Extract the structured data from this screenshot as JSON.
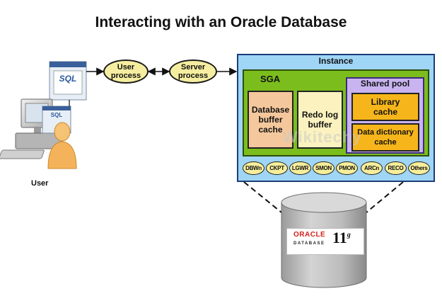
{
  "title": "Interacting with an Oracle Database",
  "user": {
    "label": "User",
    "screen_text_large": "SQL",
    "screen_text_small": "SQL"
  },
  "processes": {
    "user_process": "User\nprocess",
    "server_process": "Server\nprocess"
  },
  "instance": {
    "label": "Instance",
    "sga": {
      "label": "SGA",
      "database_buffer_cache": "Database\nbuffer\ncache",
      "redo_log_buffer": "Redo log\nbuffer",
      "shared_pool": {
        "label": "Shared pool",
        "library_cache": "Library\ncache",
        "data_dictionary_cache": "Data dictionary\ncache"
      }
    },
    "background_processes": [
      "DBWn",
      "CKPT",
      "LGWR",
      "SMON",
      "PMON",
      "ARCn",
      "RECO",
      "Others"
    ]
  },
  "database": {
    "brand": "ORACLE",
    "product": "DATABASE",
    "version": "11",
    "version_suffix": "g"
  },
  "watermark": "Wikitechy",
  "colors": {
    "instance_bg": "#9fd5f5",
    "sga_bg": "#7cbd1e",
    "buffer_cache_bg": "#f5c79c",
    "redo_bg": "#fbf2bf",
    "shared_pool_bg": "#c9b4f1",
    "cache_bg": "#f6b51a",
    "process_bg": "#f5eea0",
    "oracle_red": "#d0201a"
  }
}
